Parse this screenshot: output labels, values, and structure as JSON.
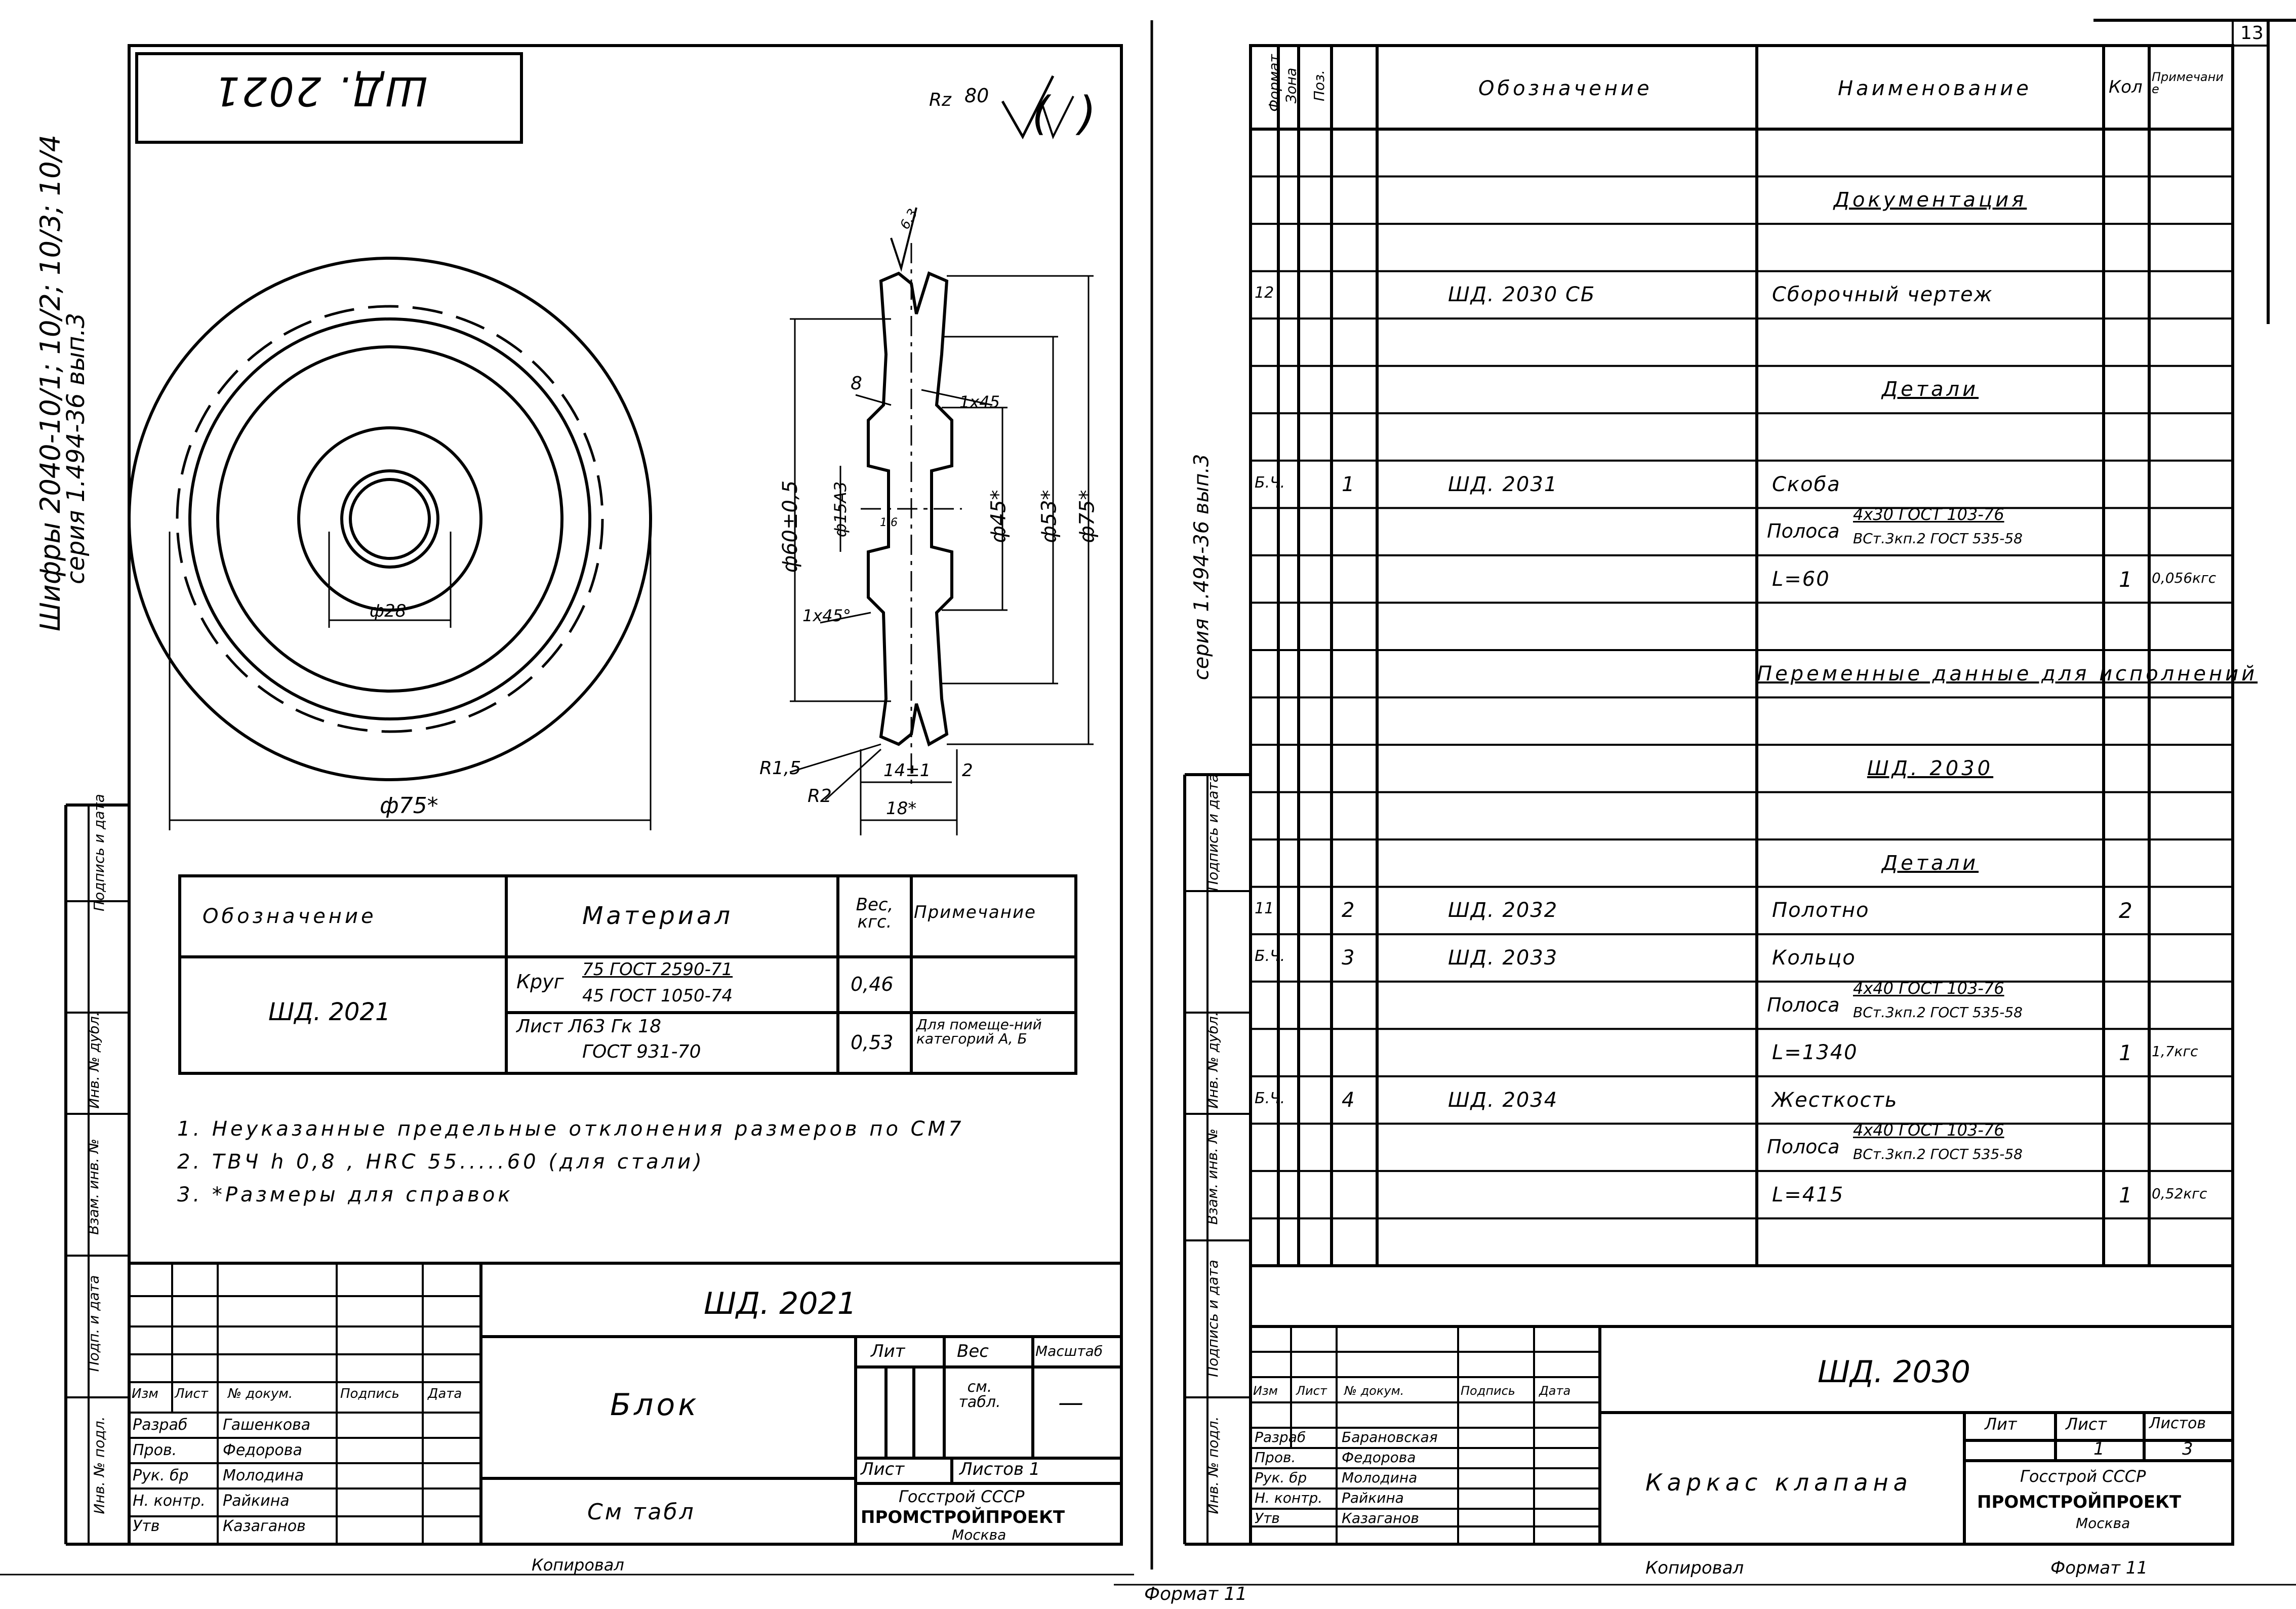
{
  "page_number": "13",
  "left": {
    "stamp_mirrored": "ШД. 2021",
    "roughness": {
      "rz": "Rz",
      "value": "80"
    },
    "vertical_note": {
      "line1": "Шифры 2040-10/1; 10/2; 10/3; 10/4",
      "line2": "серия 1.494-36 вып.3"
    },
    "dims": {
      "phi28": "ф28",
      "phi75_front": "ф75*",
      "phi60": "ф60±0,5",
      "phi15": "ф15А3",
      "phi45": "ф45*",
      "phi53": "ф53*",
      "phi75_side": "ф75*",
      "d8": "8",
      "ch1": "1х45",
      "ch2": "1х45°",
      "r15": "R1,5",
      "r2": "R2",
      "d14": "14±1",
      "d2": "2",
      "d18": "18*",
      "rough1": "6,3",
      "rough2": "1,6"
    },
    "material_table": {
      "headers": [
        "Обозначение",
        "Материал",
        "Вес, кгс.",
        "Примечание"
      ],
      "designation": "ШД. 2021",
      "row1": {
        "material_prefix": "Круг",
        "material_num": "75  ГОСТ 2590-71",
        "material_den": "45  ГОСТ 1050-74",
        "weight": "0,46",
        "note": ""
      },
      "row2": {
        "material_line1": "Лист Л63 Гк 18",
        "material_line2": "ГОСТ 931-70",
        "weight": "0,53",
        "note": "Для помеще-ний категорий А, Б"
      }
    },
    "notes": [
      "1. Неуказанные предельные отклонения размеров по СМ7",
      "2. ТВЧ h 0,8 ,  HRC 55.....60 (для стали)",
      "3. *Размеры для справок"
    ],
    "side_stamp": [
      "Инв. № подл.",
      "Подп. и дата",
      "Взам. инв. №",
      "Инв. № дубл.",
      "Подпись и дата"
    ],
    "title_block": {
      "code": "ШД. 2021",
      "name": "Блок",
      "material": "См табл",
      "lit_label": "Лит",
      "mass_label": "Вес",
      "scale_label": "Масштаб",
      "mass_value": "см. табл.",
      "scale_value": "—",
      "sheet_label": "Лист",
      "sheets_label": "Листов 1",
      "org_line1": "Госстрой СССР",
      "org_line2": "ПРОМСТРОЙПРОЕКТ",
      "org_line3": "Москва",
      "header_labels": [
        "Изм",
        "Лист",
        "№ докум.",
        "Подпись",
        "Дата"
      ],
      "rows": [
        {
          "role": "Разраб",
          "name": "Гашенкова"
        },
        {
          "role": "Пров.",
          "name": "Федорова"
        },
        {
          "role": "Рук. бр",
          "name": "Молодина"
        },
        {
          "role": "Н. контр.",
          "name": "Райкина"
        },
        {
          "role": "Утв",
          "name": "Казаганов"
        }
      ],
      "copied": "Копировал",
      "format": "Формат 11"
    }
  },
  "right": {
    "vertical_series": "серия 1.494-36 вып.3",
    "headers": {
      "format": "Формат",
      "zone": "Зона",
      "pos": "Поз.",
      "designation": "Обозначение",
      "name": "Наименование",
      "qty": "Кол",
      "note": "Примечание"
    },
    "rows": [
      {
        "fmt": "",
        "pos": "",
        "des": "",
        "name": "Документация",
        "qty": "",
        "note": "",
        "heading": true
      },
      {
        "fmt": "12",
        "pos": "",
        "des": "ШД. 2030 СБ",
        "name": "Сборочный чертеж",
        "qty": "",
        "note": ""
      },
      {
        "fmt": "",
        "pos": "",
        "des": "",
        "name": "Детали",
        "qty": "",
        "note": "",
        "heading": true
      },
      {
        "fmt": "Б.Ч.",
        "pos": "1",
        "des": "ШД. 2031",
        "name": "Скоба",
        "qty": "",
        "note": ""
      },
      {
        "fmt": "",
        "pos": "",
        "des": "",
        "name_prefix": "Полоса",
        "name_num": "4х30 ГОСТ 103-76",
        "name_den": "ВСт.3кп.2 ГОСТ 535-58",
        "qty": "",
        "note": ""
      },
      {
        "fmt": "",
        "pos": "",
        "des": "",
        "name": "L=60",
        "qty": "1",
        "note": "0,056кгс"
      },
      {
        "fmt": "",
        "pos": "",
        "des": "",
        "name": "Переменные данные для исполнений",
        "qty": "",
        "note": "",
        "heading": true
      },
      {
        "fmt": "",
        "pos": "",
        "des": "",
        "name": "ШД. 2030",
        "qty": "",
        "note": "",
        "heading": true
      },
      {
        "fmt": "",
        "pos": "",
        "des": "",
        "name": "Детали",
        "qty": "",
        "note": "",
        "heading": true
      },
      {
        "fmt": "11",
        "pos": "2",
        "des": "ШД. 2032",
        "name": "Полотно",
        "qty": "2",
        "note": ""
      },
      {
        "fmt": "Б.Ч.",
        "pos": "3",
        "des": "ШД. 2033",
        "name": "Кольцо",
        "qty": "",
        "note": ""
      },
      {
        "fmt": "",
        "pos": "",
        "des": "",
        "name_prefix": "Полоса",
        "name_num": "4х40 ГОСТ 103-76",
        "name_den": "ВСт.3кп.2 ГОСТ 535-58",
        "qty": "",
        "note": ""
      },
      {
        "fmt": "",
        "pos": "",
        "des": "",
        "name": "L=1340",
        "qty": "1",
        "note": "1,7кгс"
      },
      {
        "fmt": "Б.Ч.",
        "pos": "4",
        "des": "ШД. 2034",
        "name": "Жесткость",
        "qty": "",
        "note": ""
      },
      {
        "fmt": "",
        "pos": "",
        "des": "",
        "name_prefix": "Полоса",
        "name_num": "4х40 ГОСТ 103-76",
        "name_den": "ВСт.3кп.2 ГОСТ 535-58",
        "qty": "",
        "note": ""
      },
      {
        "fmt": "",
        "pos": "",
        "des": "",
        "name": "L=415",
        "qty": "1",
        "note": "0,52кгс"
      }
    ],
    "side_stamp": [
      "Инв. № подл.",
      "Подпись и дата",
      "Взам. инв. №",
      "Инв. № дубл.",
      "Подпись и дата"
    ],
    "title_block": {
      "code": "ШД. 2030",
      "name": "Каркас клапана",
      "lit_label": "Лит",
      "sheet_label": "Лист",
      "sheets_label": "Листов",
      "sheet_value": "1",
      "sheets_value": "3",
      "org_line1": "Госстрой СССР",
      "org_line2": "ПРОМСТРОЙПРОЕКТ",
      "org_line3": "Москва",
      "header_labels": [
        "Изм",
        "Лист",
        "№ докум.",
        "Подпись",
        "Дата"
      ],
      "rows": [
        {
          "role": "Разраб",
          "name": "Барановская"
        },
        {
          "role": "Пров.",
          "name": "Федорова"
        },
        {
          "role": "Рук. бр",
          "name": "Молодина"
        },
        {
          "role": "Н. контр.",
          "name": "Райкина"
        },
        {
          "role": "Утв",
          "name": "Казаганов"
        }
      ],
      "copied": "Копировал",
      "format": "Формат 11"
    }
  }
}
